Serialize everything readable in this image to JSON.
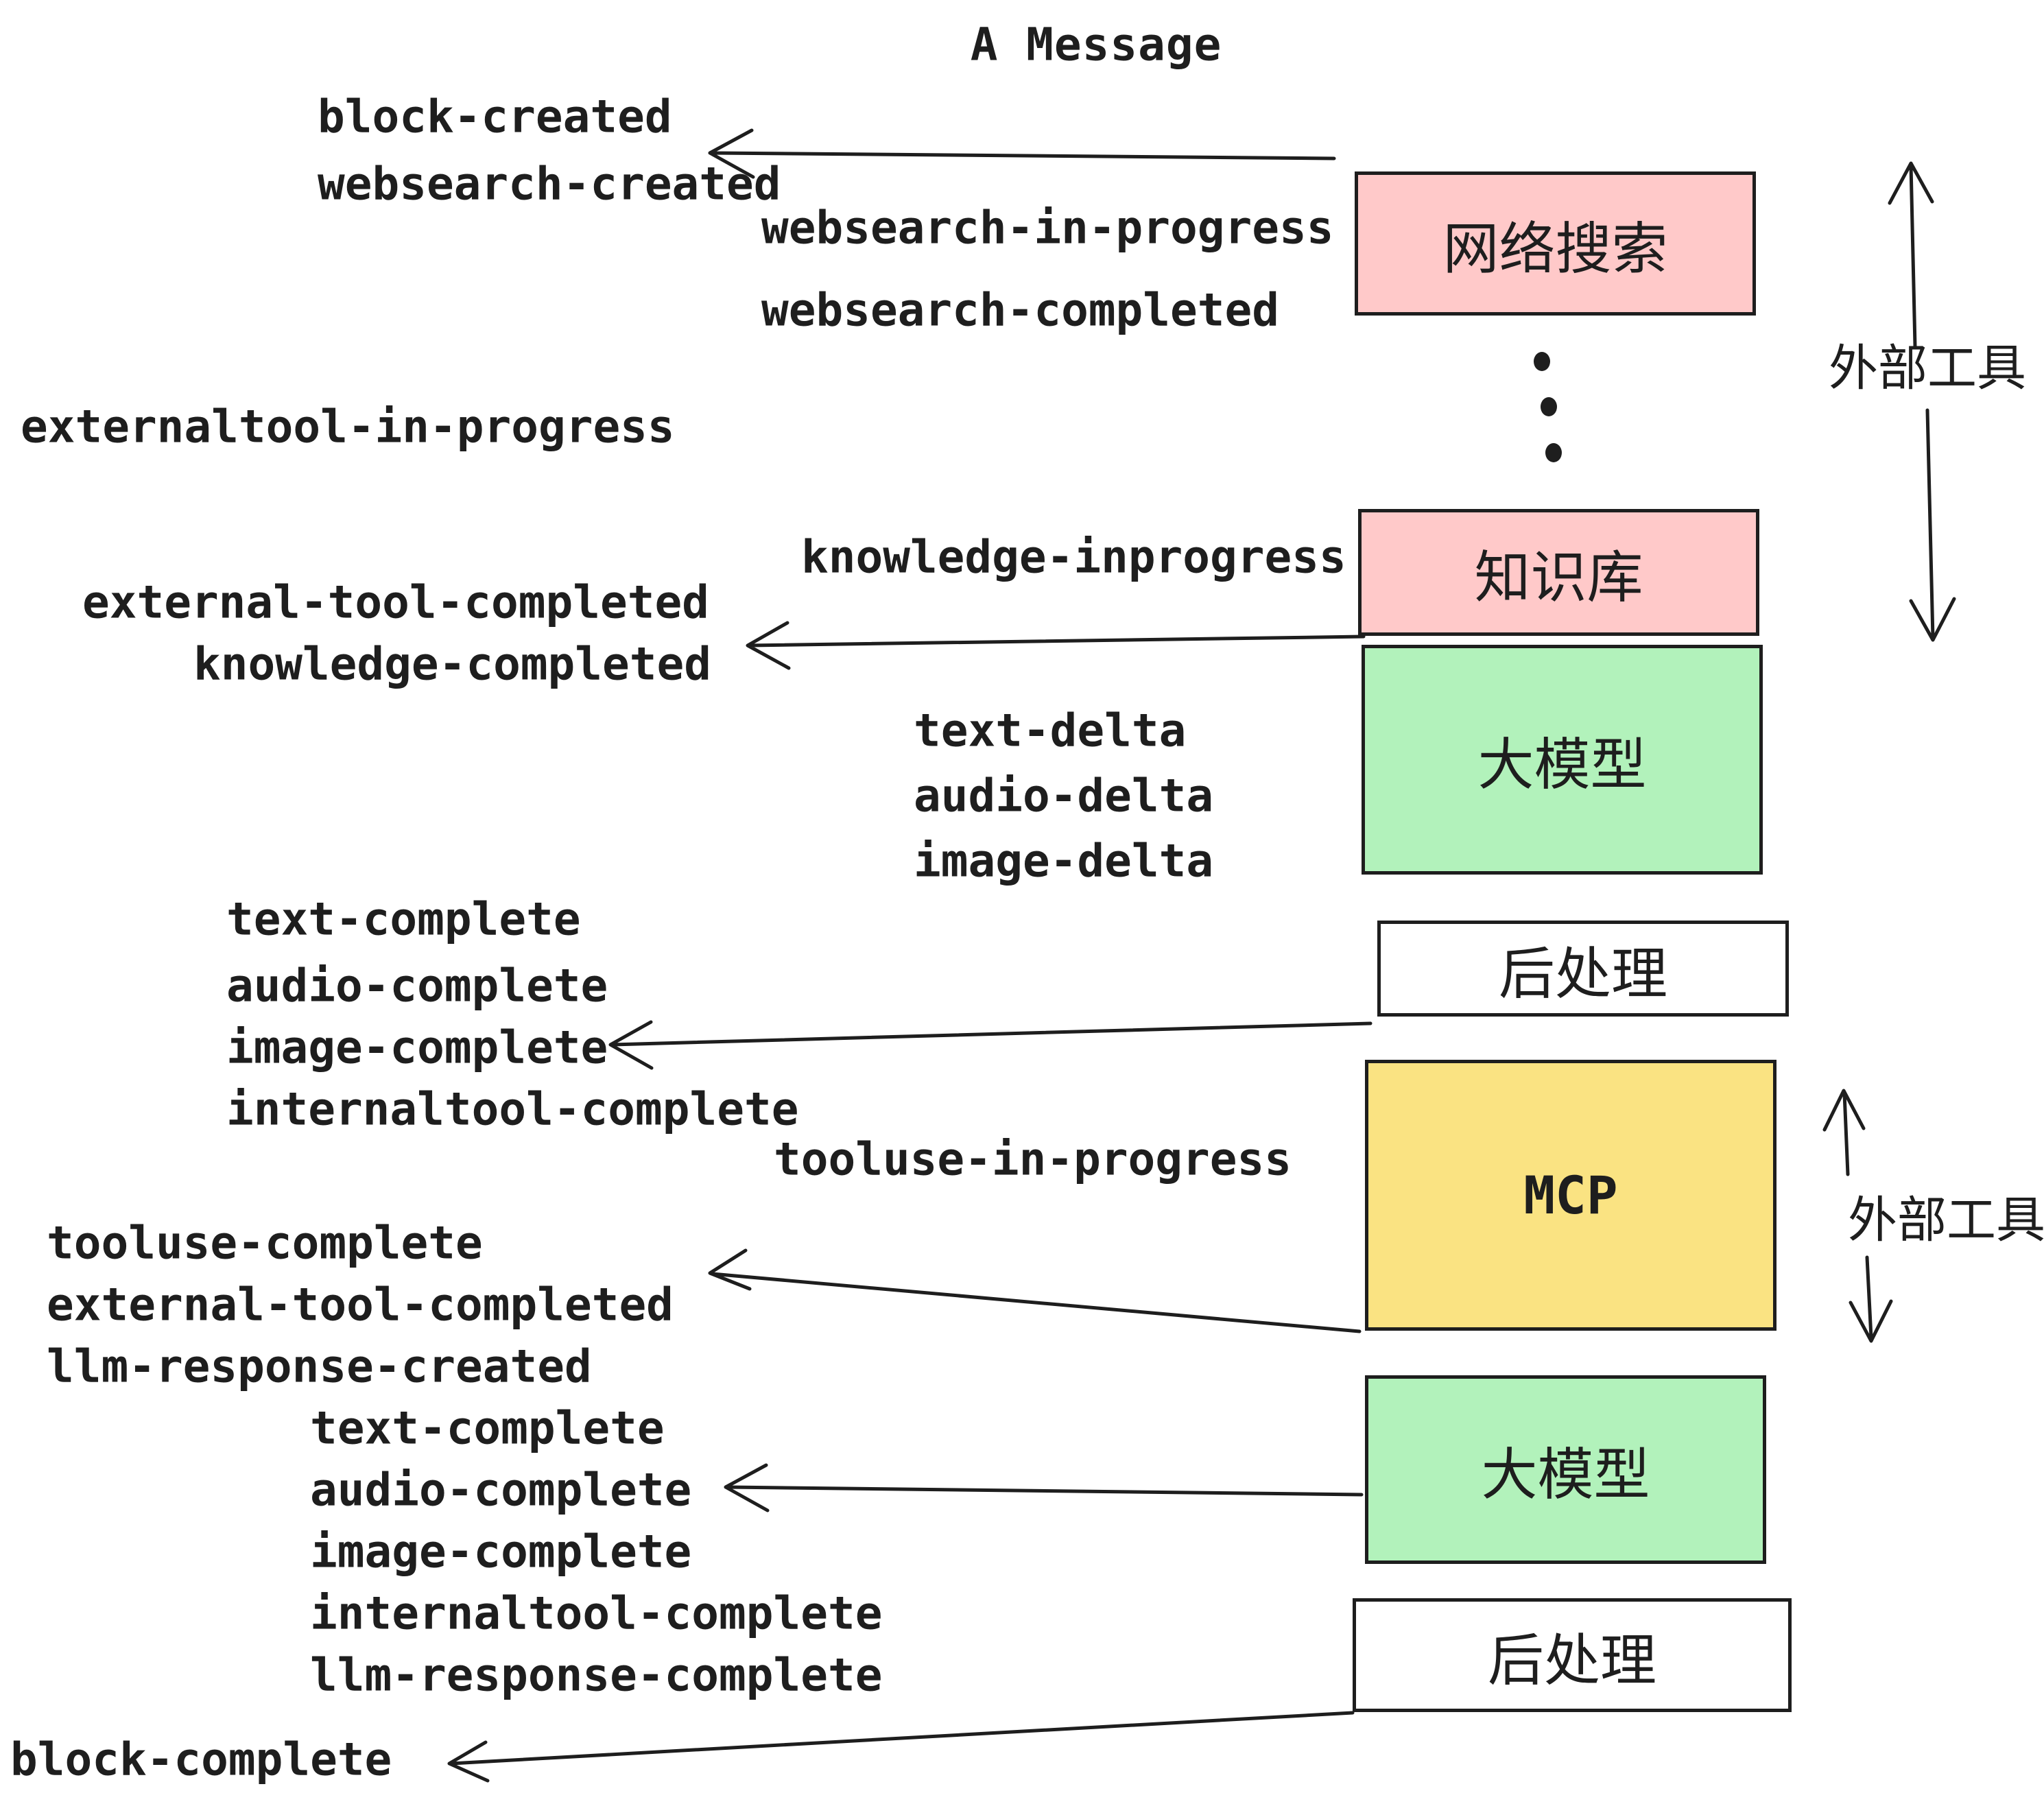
{
  "title": "A Message",
  "colors": {
    "pink": "#ffc9c9",
    "green": "#b2f2bb",
    "yellow": "#fae382",
    "white": "#ffffff",
    "ink": "#1e1e1e"
  },
  "boxes": [
    {
      "id": "websearch",
      "label": "网络搜索",
      "fill": "pink"
    },
    {
      "id": "knowledge",
      "label": "知识库",
      "fill": "pink"
    },
    {
      "id": "llm-1",
      "label": "大模型",
      "fill": "green"
    },
    {
      "id": "post-1",
      "label": "后处理",
      "fill": "white"
    },
    {
      "id": "mcp",
      "label": "MCP",
      "fill": "yellow"
    },
    {
      "id": "llm-2",
      "label": "大模型",
      "fill": "green"
    },
    {
      "id": "post-2",
      "label": "后处理",
      "fill": "white"
    }
  ],
  "side_labels": [
    {
      "label": "外部工具"
    },
    {
      "label": "外部工具"
    }
  ],
  "events": {
    "block_created": "block-created",
    "websearch_created": "websearch-created",
    "websearch_in_progress": "websearch-in-progress",
    "websearch_completed": "websearch-completed",
    "externaltool_in_progress": "externaltool-in-progress",
    "external_tool_completed_1": "external-tool-completed",
    "knowledge_completed": "knowledge-completed",
    "knowledge_inprogress": "knowledge-inprogress",
    "text_delta_1": "text-delta",
    "audio_delta_1": "audio-delta",
    "image_delta_1": "image-delta",
    "text_complete_1": "text-complete",
    "audio_complete_1": "audio-complete",
    "image_complete_1": "image-complete",
    "internaltool_complete_1": "internaltool-complete",
    "tooluse_in_progress": "tooluse-in-progress",
    "tooluse_complete": "tooluse-complete",
    "external_tool_completed_2": "external-tool-completed",
    "llm_response_created": "llm-response-created",
    "text_complete_2": "text-complete",
    "audio_complete_2": "audio-complete",
    "image_complete_2": "image-complete",
    "internaltool_complete_2": "internaltool-complete",
    "llm_response_complete": "llm-response-complete",
    "block_complete": "block-complete"
  }
}
